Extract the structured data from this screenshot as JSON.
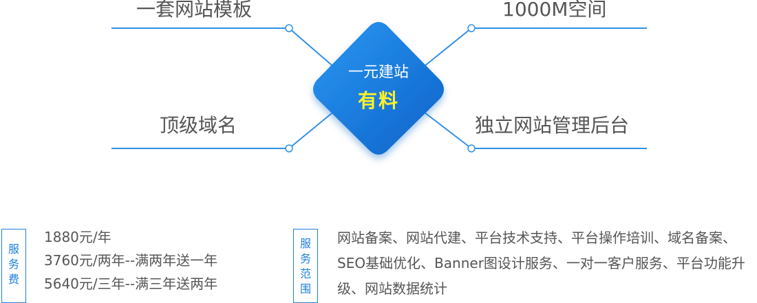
{
  "center": {
    "title": "一元建站",
    "highlight": "有料"
  },
  "features": {
    "top_left": "一套网站模板",
    "top_right": "1000M空间",
    "bottom_left": "顶级域名",
    "bottom_right": "独立网站管理后台"
  },
  "fees": {
    "tag": [
      "服",
      "务",
      "费"
    ],
    "items": [
      "1880元/年",
      "3760元/两年--满两年送一年",
      "5640元/三年--满三年送两年"
    ]
  },
  "scope": {
    "tag": [
      "服",
      "务",
      "范",
      "围"
    ],
    "text": "网站备案、网站代建、平台技术支持、平台操作培训、域名备案、SEO基础优化、Banner图设计服务、一对一客户服务、平台功能升级、网站数据统计"
  },
  "colors": {
    "accent": "#1c7fdc",
    "line": "#2f8fe6",
    "diamond_light": "#2a97f2",
    "diamond_dark": "#0d62c9",
    "highlight": "#fff22a",
    "text": "#555555"
  }
}
